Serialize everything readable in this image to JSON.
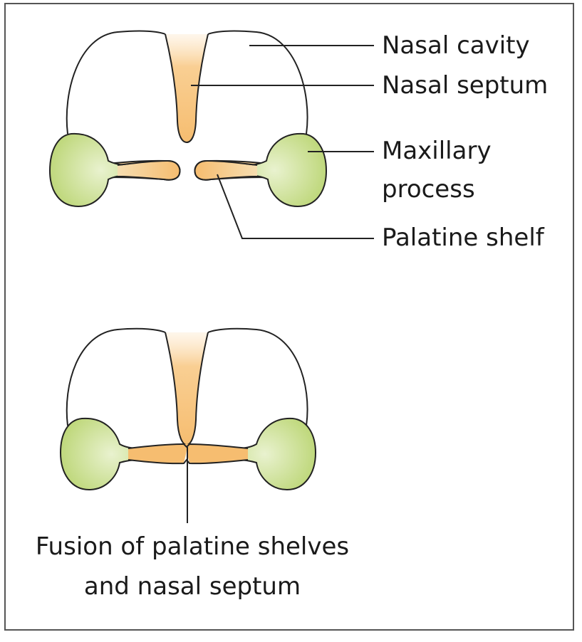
{
  "colors": {
    "septum": "#f7c27a",
    "shelf": "#f7c27a",
    "maxillary_fill": "#c5dc82",
    "maxillary_light": "#e9f2cf",
    "outline": "#222222",
    "frame": "#555555"
  },
  "top_labels": {
    "nasal_cavity": "Nasal cavity",
    "nasal_septum": "Nasal septum",
    "maxillary_line1": "Maxillary",
    "maxillary_line2": "process",
    "palatine_shelf": "Palatine shelf"
  },
  "bottom_labels": {
    "fusion_line1": "Fusion of palatine shelves",
    "fusion_line2": "and nasal septum"
  }
}
